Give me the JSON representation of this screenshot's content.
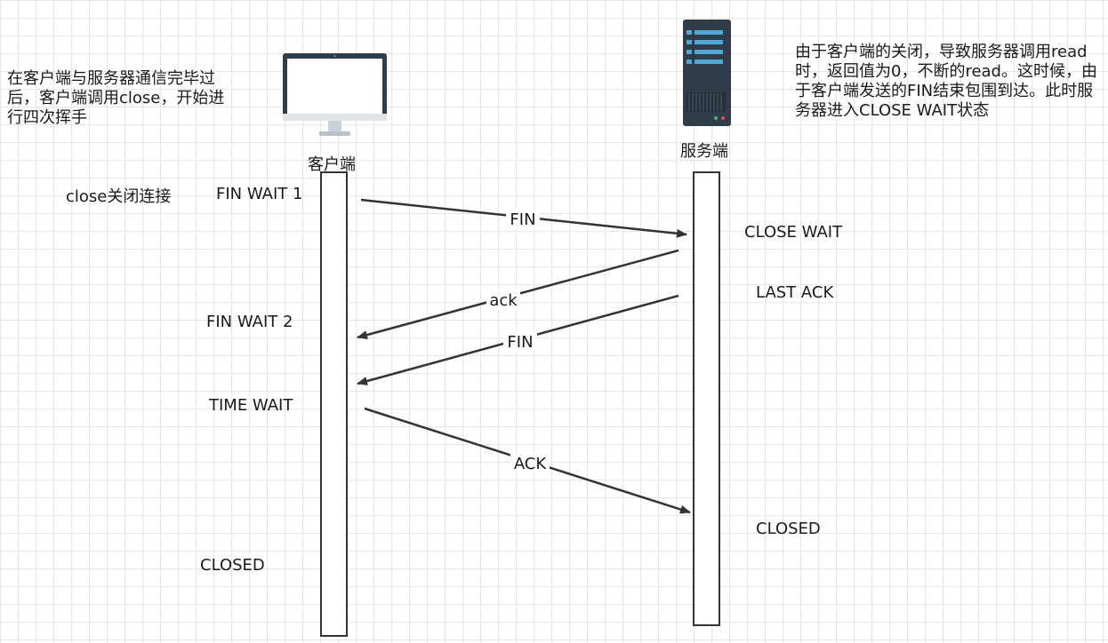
{
  "client": {
    "name": "客户端",
    "note": "在客户端与服务器通信完毕过后，客户端调用close，开始进行四次挥手",
    "states": {
      "fin_wait_1": "FIN WAIT 1",
      "fin_wait_2": "FIN WAIT 2",
      "time_wait": "TIME WAIT",
      "closed": "CLOSED"
    },
    "close_action": "close关闭连接"
  },
  "server": {
    "name": "服务端",
    "note": "由于客户端的关闭，导致服务器调用read时，返回值为0，不断的read。这时候，由于客户端发送的FIN结束包围到达。此时服务器进入CLOSE WAIT状态",
    "states": {
      "close_wait": "CLOSE WAIT",
      "last_ack": "LAST ACK",
      "closed": "CLOSED"
    }
  },
  "messages": [
    {
      "label": "FIN",
      "from": "client",
      "to": "server"
    },
    {
      "label": "ack",
      "from": "server",
      "to": "client"
    },
    {
      "label": "FIN",
      "from": "server",
      "to": "client"
    },
    {
      "label": "ACK",
      "from": "client",
      "to": "server"
    }
  ],
  "icons": {
    "client": "monitor-icon",
    "server": "server-tower-icon"
  }
}
